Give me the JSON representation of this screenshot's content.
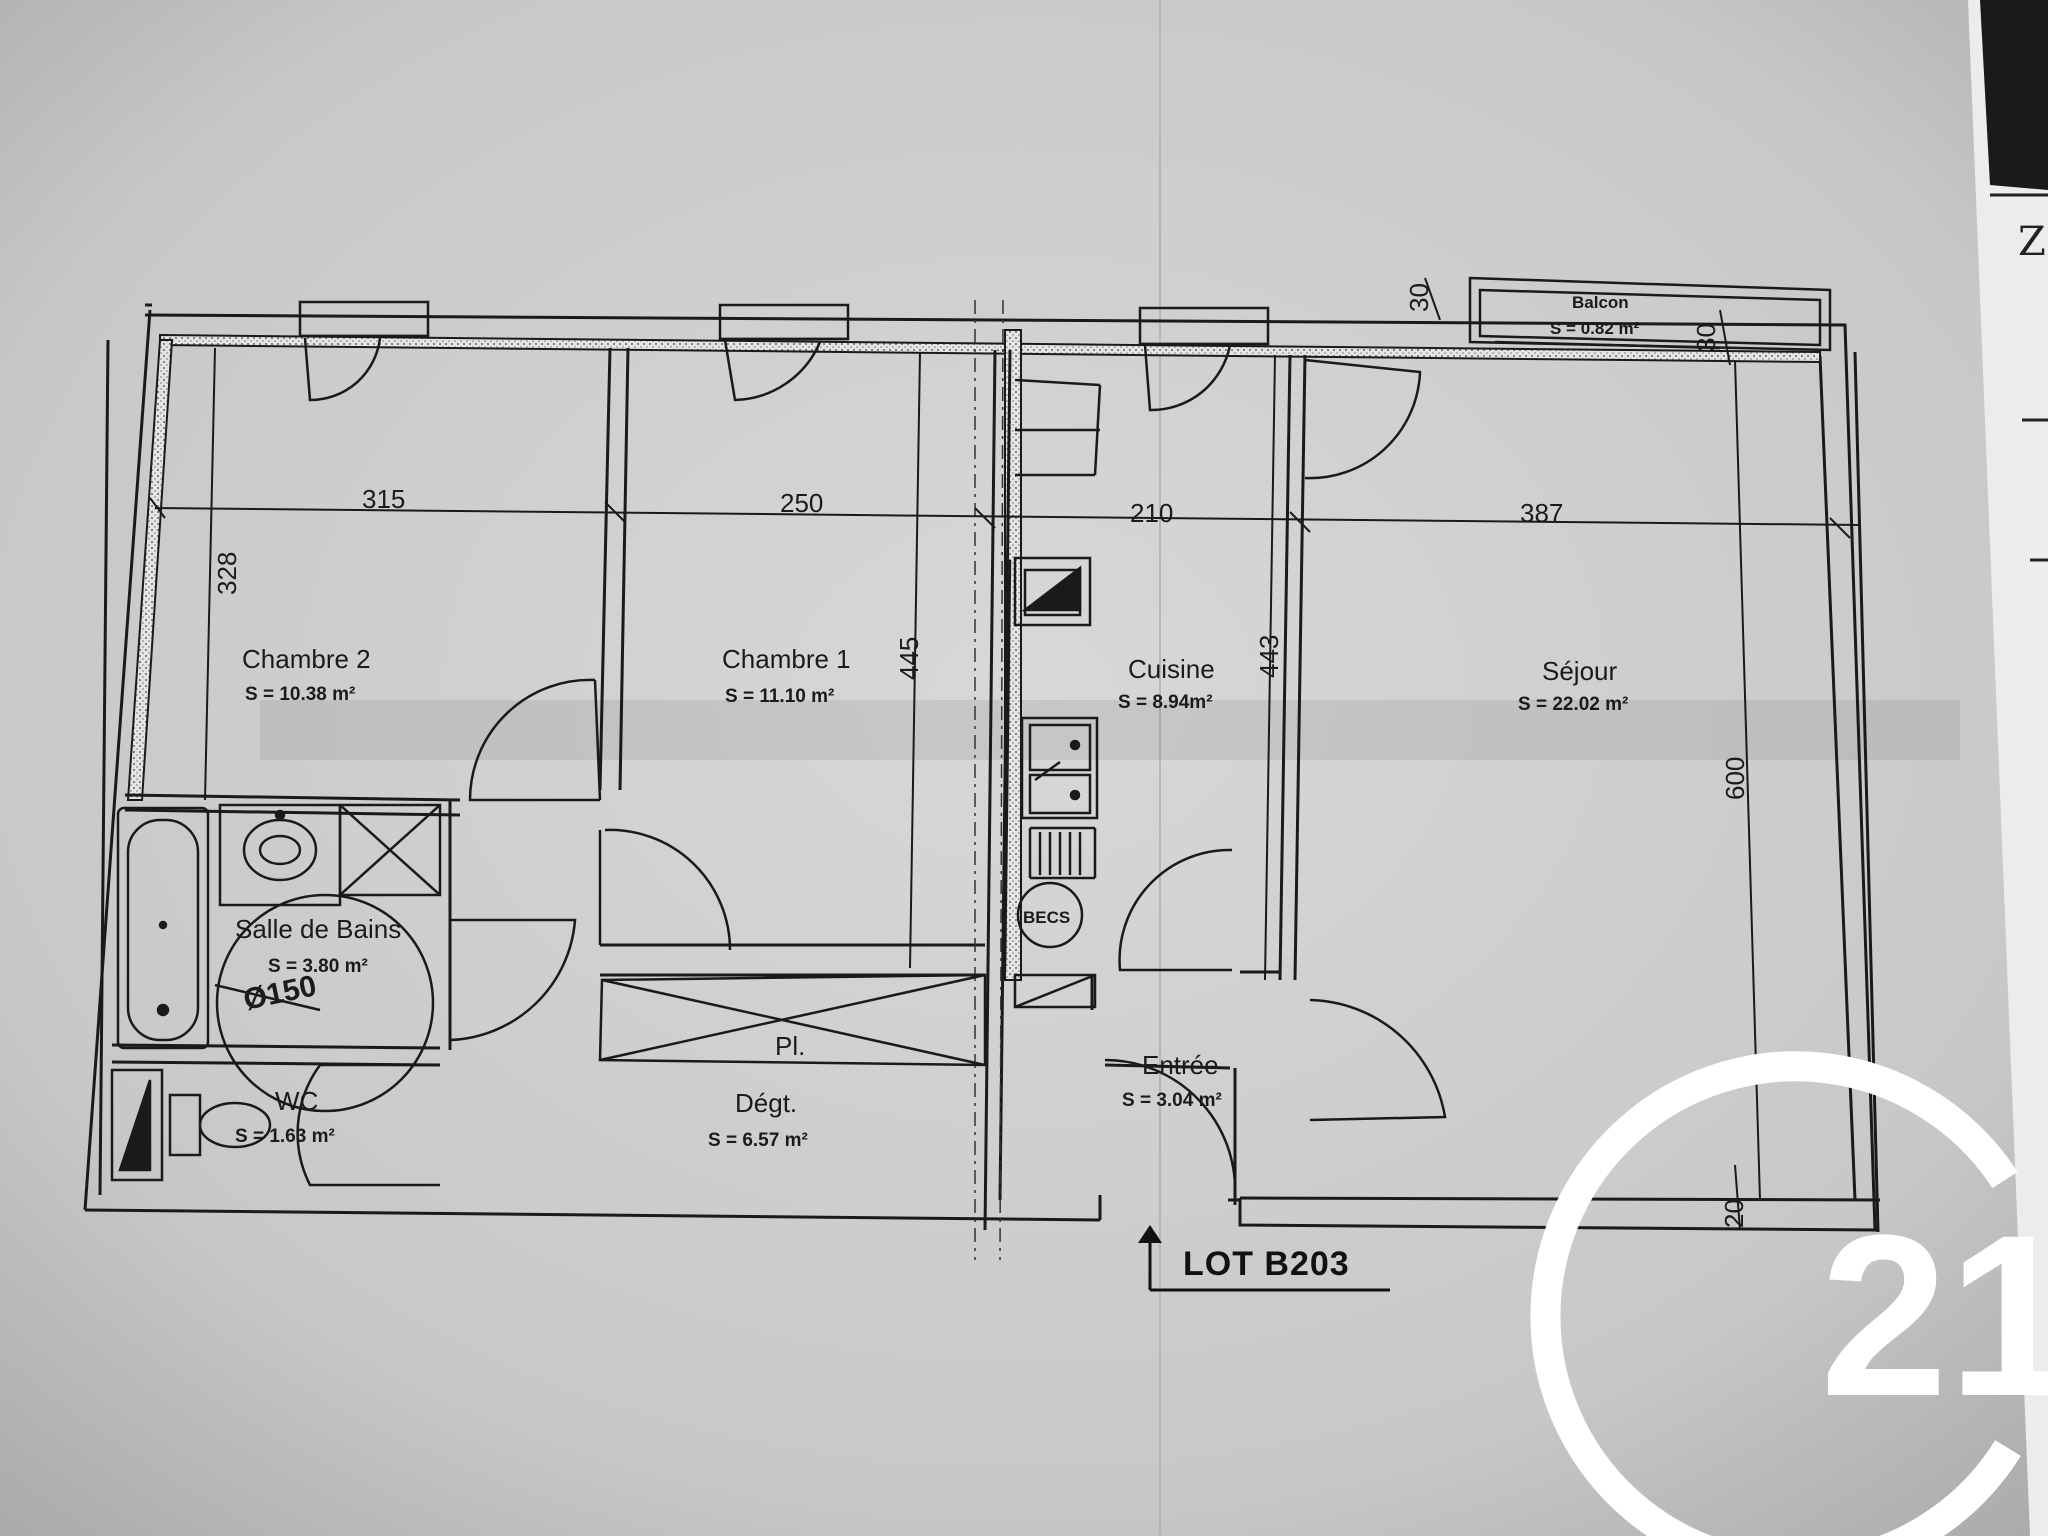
{
  "plan": {
    "lot_label": "LOT B203",
    "rooms": [
      {
        "name": "Chambre 2",
        "area": "S = 10.38 m²"
      },
      {
        "name": "Chambre 1",
        "area": "S = 11.10 m²"
      },
      {
        "name": "Cuisine",
        "area": "S = 8.94m²"
      },
      {
        "name": "Séjour",
        "area": "S = 22.02 m²"
      },
      {
        "name": "Salle de Bains",
        "area": "S = 3.80 m²"
      },
      {
        "name": "WC",
        "area": "S = 1.63 m²"
      },
      {
        "name": "Dégt.",
        "area": "S = 6.57 m²"
      },
      {
        "name": "Entrée",
        "area": "S = 3.04 m²"
      },
      {
        "name": "Balcon",
        "area": "S = 0.82 m²"
      }
    ],
    "dimensions": [
      "315",
      "250",
      "210",
      "387",
      "328",
      "445",
      "443",
      "600",
      "30",
      "30",
      "20"
    ],
    "annotations": {
      "placard": "Pl.",
      "circle": "Ø150",
      "becs": "BECS"
    }
  },
  "logo": {
    "number": "21",
    "color": "#ffffff"
  },
  "corner_letter": "Z"
}
